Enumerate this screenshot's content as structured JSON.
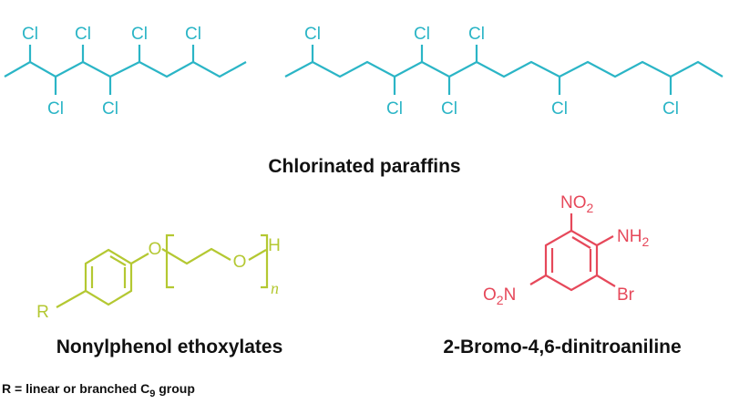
{
  "colors": {
    "paraffin": "#2bb5c6",
    "nonylphenol": "#b4c832",
    "dinitroaniline": "#e6485a",
    "caption": "#111111"
  },
  "atoms": {
    "chlorine": "Cl",
    "oxygen": "O",
    "hydrogen": "H",
    "nitrogen": "N",
    "bromine": "Br",
    "r_group": "R",
    "repeat_index": "n",
    "nitro_sub": "2",
    "amino_sub": "2",
    "nitro_o": "O"
  },
  "captions": {
    "chlorinated_paraffins": "Chlorinated paraffins",
    "nonylphenol_ethoxylates": "Nonylphenol ethoxylates",
    "bromo_dinitroaniline": "2-Bromo-4,6-dinitroaniline"
  },
  "footnote": {
    "main": "R = linear or branched C",
    "subscript": "9",
    "tail": " group"
  }
}
